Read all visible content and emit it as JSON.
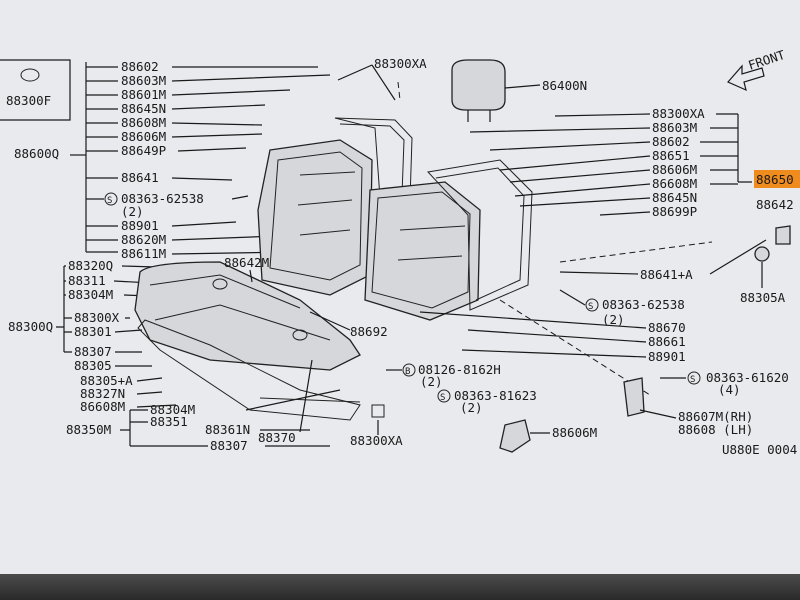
{
  "diagram": {
    "callout_box": "88300F",
    "direction_label": "FRONT",
    "drawing_code": "U880E 0004",
    "highlight_color": "#f08c1e",
    "left_labels": {
      "upper": [
        "88602",
        "88603M",
        "88601M",
        "88645N",
        "88608M",
        "88606M",
        "88649P"
      ],
      "seat_frame": "88600Q",
      "mid": [
        "88641",
        "08363-62538",
        "(2)",
        "88901",
        "88620M",
        "88611M"
      ],
      "cushion": [
        "88320Q",
        "88311",
        "88304M",
        "88300X",
        "88301",
        "88307",
        "88305",
        "88305+A",
        "88327N",
        "86608M"
      ],
      "cushion_group": "88300Q",
      "bottom": [
        "88304M",
        "88351",
        "88361N",
        "88307"
      ],
      "bottom_group": "88350M"
    },
    "center_labels": {
      "top_a": "88300XA",
      "head_rest": "86400N",
      "c1": "88642M",
      "c2": "88692",
      "c3": "88370",
      "c4": "88300XA",
      "bolt1": "08126-8162H",
      "bolt1_qty": "(2)",
      "bolt2": "08363-81623",
      "bolt2_qty": "(2)",
      "hinge": "88606M"
    },
    "right_labels": {
      "list": [
        "88300XA",
        "88603M",
        "88602",
        "88651",
        "88606M",
        "86608M",
        "88645N",
        "88699P"
      ],
      "highlight": "88650",
      "side_a": "88642",
      "r1": "88641+A",
      "r2": "88305A",
      "r3": "08363-62538",
      "r3_qty": "(2)",
      "r4": "88670",
      "r5": "88661",
      "r6": "88901",
      "r7": "08363-61620",
      "r7_qty": "(4)",
      "r8": "88607M(RH)",
      "r9": "88608 (LH)"
    }
  }
}
